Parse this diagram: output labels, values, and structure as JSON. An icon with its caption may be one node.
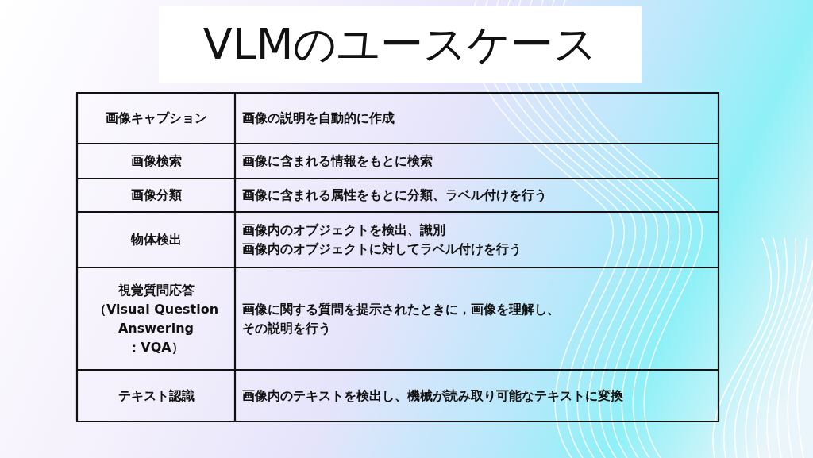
{
  "diagram": {
    "title": "VLMのユースケース",
    "labels": [
      "画像キャプション",
      "画像の説明を自動的に作成",
      "画像検索",
      "画像に含まれる情報をもとに検索",
      "画像分類",
      "画像に含まれる属性をもとに分類、ラベル付けを行う",
      "物体検出",
      "画像内のオブジェクトを検出、識別",
      "画像内のオブジェクトに対してラベル付けを行う",
      "視覚質問応答",
      "（Visual Question",
      "Answering",
      "：VQA）",
      "画像に関する質問を提示されたときに，画像を理解し、",
      "その説明を行う",
      "テキスト認識",
      "画像内のテキストを検出し、機械が読み取り可能なテキストに変換"
    ]
  }
}
